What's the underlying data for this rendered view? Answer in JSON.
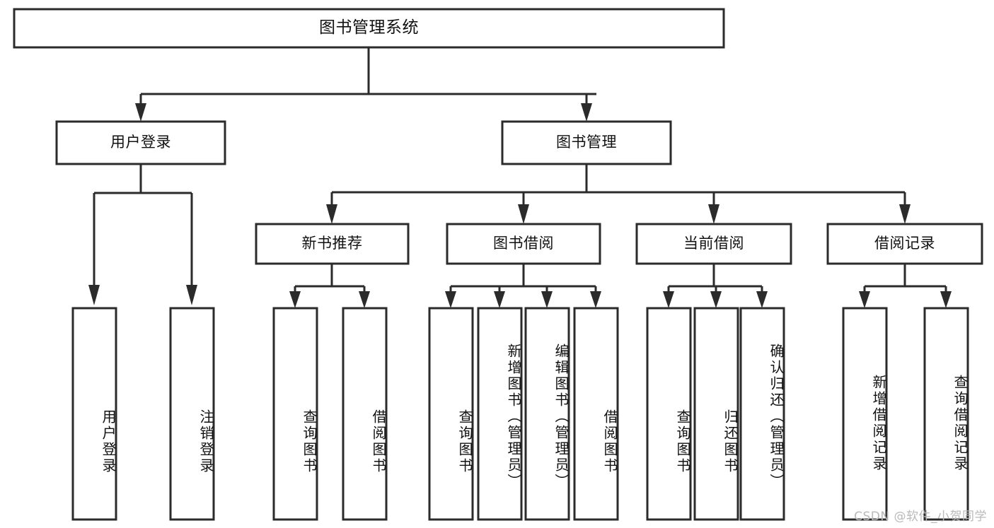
{
  "diagram": {
    "type": "tree-hierarchy-flowchart",
    "title": "图书管理系统",
    "orientation": "top-down",
    "line_color": "#2b2b2b",
    "box_fill": "#ffffff",
    "text_color": "#111111",
    "levels": [
      {
        "level": 0,
        "nodes": [
          {
            "id": "root",
            "label": "图书管理系统",
            "text_orientation": "horizontal"
          }
        ]
      },
      {
        "level": 1,
        "nodes": [
          {
            "id": "login",
            "label": "用户登录",
            "text_orientation": "horizontal",
            "parent": "root"
          },
          {
            "id": "bookmgmt",
            "label": "图书管理",
            "text_orientation": "horizontal",
            "parent": "root"
          }
        ]
      },
      {
        "level": 2,
        "nodes": [
          {
            "id": "newbook",
            "label": "新书推荐",
            "text_orientation": "horizontal",
            "parent": "bookmgmt"
          },
          {
            "id": "borrow",
            "label": "图书借阅",
            "text_orientation": "horizontal",
            "parent": "bookmgmt"
          },
          {
            "id": "current",
            "label": "当前借阅",
            "text_orientation": "horizontal",
            "parent": "bookmgmt"
          },
          {
            "id": "records",
            "label": "借阅记录",
            "text_orientation": "horizontal",
            "parent": "bookmgmt"
          }
        ]
      },
      {
        "level": 3,
        "nodes": [
          {
            "id": "leaf-1",
            "label": "用户登录",
            "text_orientation": "vertical",
            "parent": "login"
          },
          {
            "id": "leaf-2",
            "label": "注销登录",
            "text_orientation": "vertical",
            "parent": "login"
          },
          {
            "id": "leaf-3",
            "label": "查询图书",
            "text_orientation": "vertical",
            "parent": "newbook"
          },
          {
            "id": "leaf-4",
            "label": "借阅图书",
            "text_orientation": "vertical",
            "parent": "newbook"
          },
          {
            "id": "leaf-5",
            "label": "查询图书",
            "text_orientation": "vertical",
            "parent": "borrow"
          },
          {
            "id": "leaf-6",
            "label": "新增图书（管理员）",
            "text_orientation": "vertical",
            "parent": "borrow"
          },
          {
            "id": "leaf-7",
            "label": "编辑图书（管理员）",
            "text_orientation": "vertical",
            "parent": "borrow"
          },
          {
            "id": "leaf-8",
            "label": "借阅图书",
            "text_orientation": "vertical",
            "parent": "borrow"
          },
          {
            "id": "leaf-9",
            "label": "查询图书",
            "text_orientation": "vertical",
            "parent": "current"
          },
          {
            "id": "leaf-10",
            "label": "归还图书",
            "text_orientation": "vertical",
            "parent": "current"
          },
          {
            "id": "leaf-11",
            "label": "确认归还（管理员）",
            "text_orientation": "vertical",
            "parent": "current"
          },
          {
            "id": "leaf-12",
            "label": "新增借阅记录",
            "text_orientation": "vertical",
            "parent": "records"
          },
          {
            "id": "leaf-13",
            "label": "查询借阅记录",
            "text_orientation": "vertical",
            "parent": "records"
          }
        ]
      }
    ]
  },
  "watermark": {
    "text": "CSDN @软件_小贺同学"
  }
}
